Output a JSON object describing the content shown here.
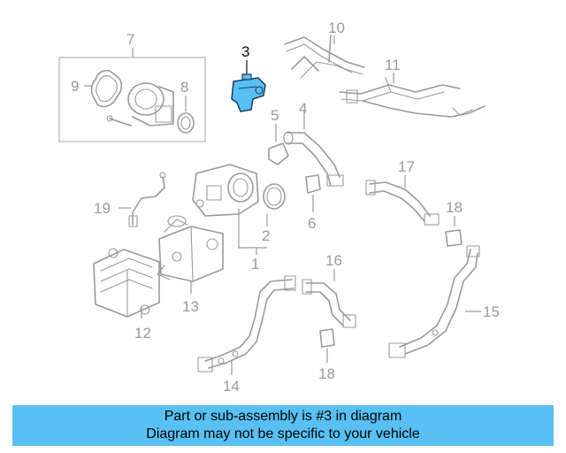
{
  "diagram": {
    "highlight_color": "#58c0f2",
    "callouts": {
      "c1": "1",
      "c2": "2",
      "c3": "3",
      "c4": "4",
      "c5": "5",
      "c6": "6",
      "c7": "7",
      "c8": "8",
      "c9": "9",
      "c10": "10",
      "c11": "11",
      "c12": "12",
      "c13": "13",
      "c14": "14",
      "c15": "15",
      "c16": "16",
      "c17": "17",
      "c18a": "18",
      "c18b": "18",
      "c19": "19"
    }
  },
  "banner": {
    "background": "#58c0f2",
    "line1": "Part or sub-assembly is #3 in diagram",
    "line2": "Diagram may not be specific to your vehicle"
  }
}
